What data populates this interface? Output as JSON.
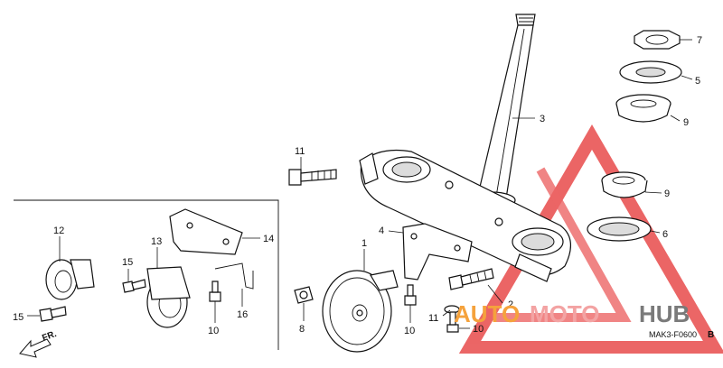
{
  "diagram": {
    "drawing_code": "MAK3-F0600",
    "revision": "B",
    "direction_indicator": "FR.",
    "callouts": [
      {
        "id": "c7",
        "label": "7"
      },
      {
        "id": "c5",
        "label": "5"
      },
      {
        "id": "c9a",
        "label": "9"
      },
      {
        "id": "c3",
        "label": "3"
      },
      {
        "id": "c9b",
        "label": "9"
      },
      {
        "id": "c6",
        "label": "6"
      },
      {
        "id": "c11a",
        "label": "11"
      },
      {
        "id": "c4",
        "label": "4"
      },
      {
        "id": "c1",
        "label": "1"
      },
      {
        "id": "c2",
        "label": "2"
      },
      {
        "id": "c11b",
        "label": "11"
      },
      {
        "id": "c8",
        "label": "8"
      },
      {
        "id": "c10a",
        "label": "10"
      },
      {
        "id": "c10b",
        "label": "10"
      },
      {
        "id": "c12",
        "label": "12"
      },
      {
        "id": "c13",
        "label": "13"
      },
      {
        "id": "c14",
        "label": "14"
      },
      {
        "id": "c15a",
        "label": "15"
      },
      {
        "id": "c15b",
        "label": "15"
      },
      {
        "id": "c16",
        "label": "16"
      },
      {
        "id": "c10c",
        "label": "10"
      }
    ]
  },
  "watermark": {
    "part1": "AUTO",
    "part2": "MOTO",
    "part3": "HUB",
    "colors": {
      "auto": "#f5a23c",
      "moto": "#f3a3a3",
      "hub": "#7a7a7a",
      "triangle": "#e84b4b"
    }
  }
}
